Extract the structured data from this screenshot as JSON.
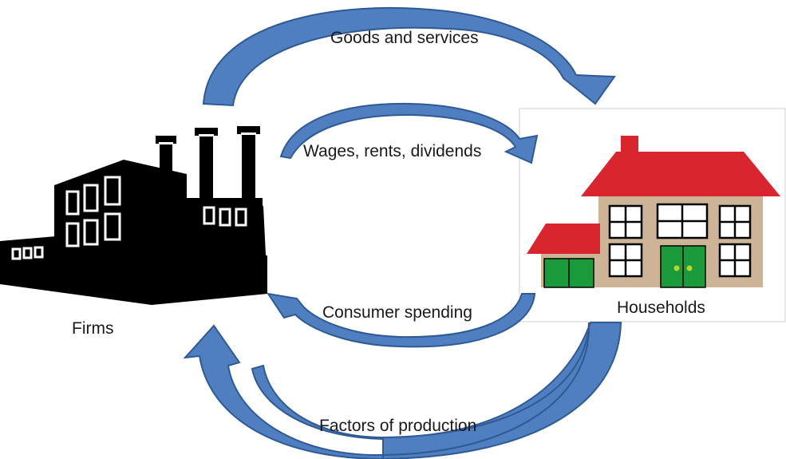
{
  "nodes": {
    "firms": {
      "label": "Firms"
    },
    "households": {
      "label": "Households"
    }
  },
  "flows": {
    "goods": {
      "label": "Goods and services"
    },
    "wages": {
      "label": "Wages, rents, dividends"
    },
    "spending": {
      "label": "Consumer spending"
    },
    "factors": {
      "label": "Factors of production"
    }
  },
  "colors": {
    "arrow_fill": "#4f7fc0",
    "arrow_stroke": "#2f5a93",
    "factory": "#000000",
    "roof": "#d9262e",
    "wall": "#cdb496",
    "door": "#1a9a3a",
    "panel_border": "#cfcfcf"
  }
}
